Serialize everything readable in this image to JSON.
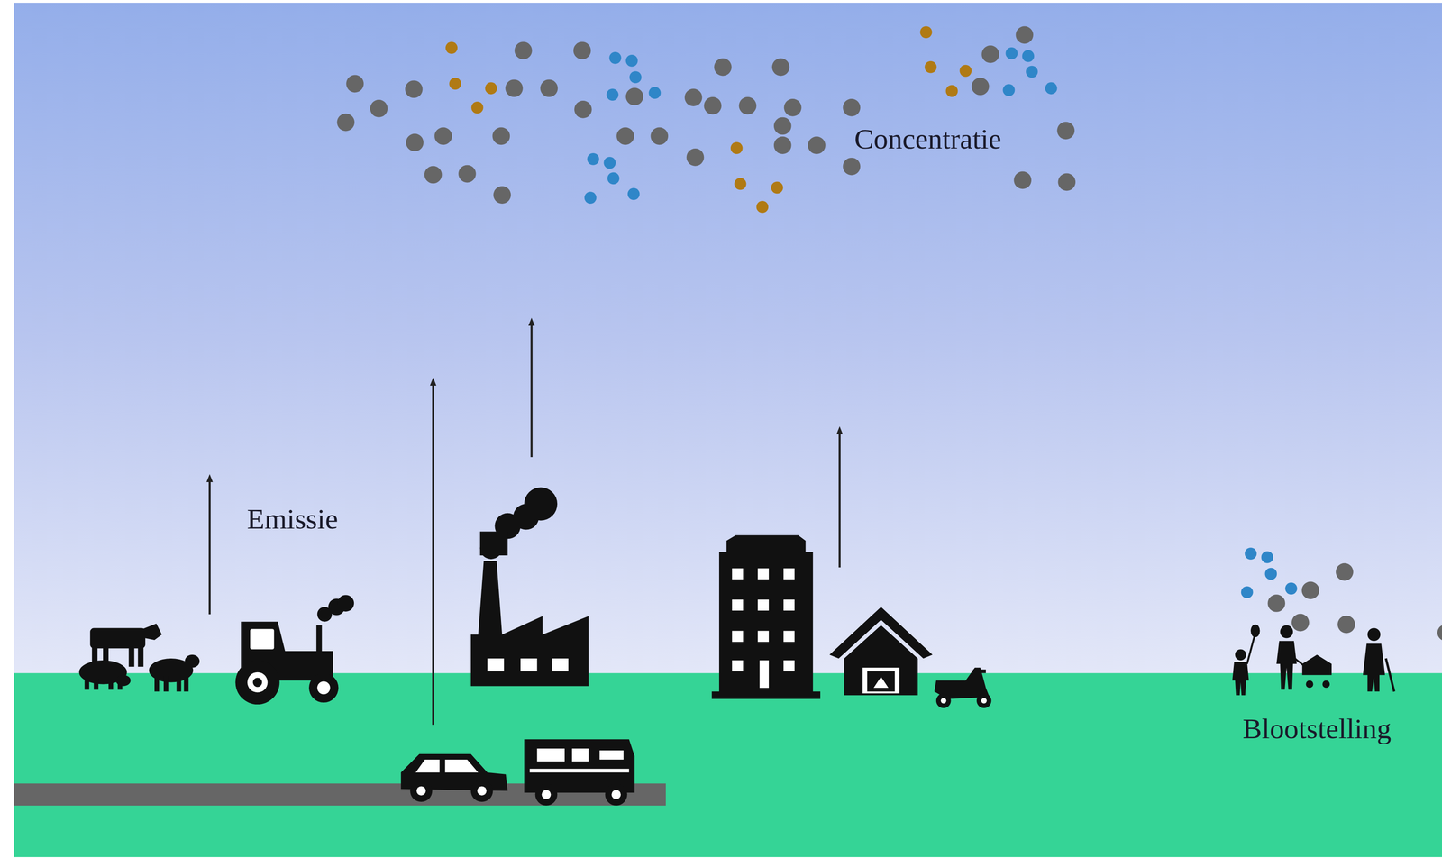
{
  "diagram": {
    "labels": [
      "Emissie",
      "Concentratie",
      "Blootstelling"
    ]
  }
}
